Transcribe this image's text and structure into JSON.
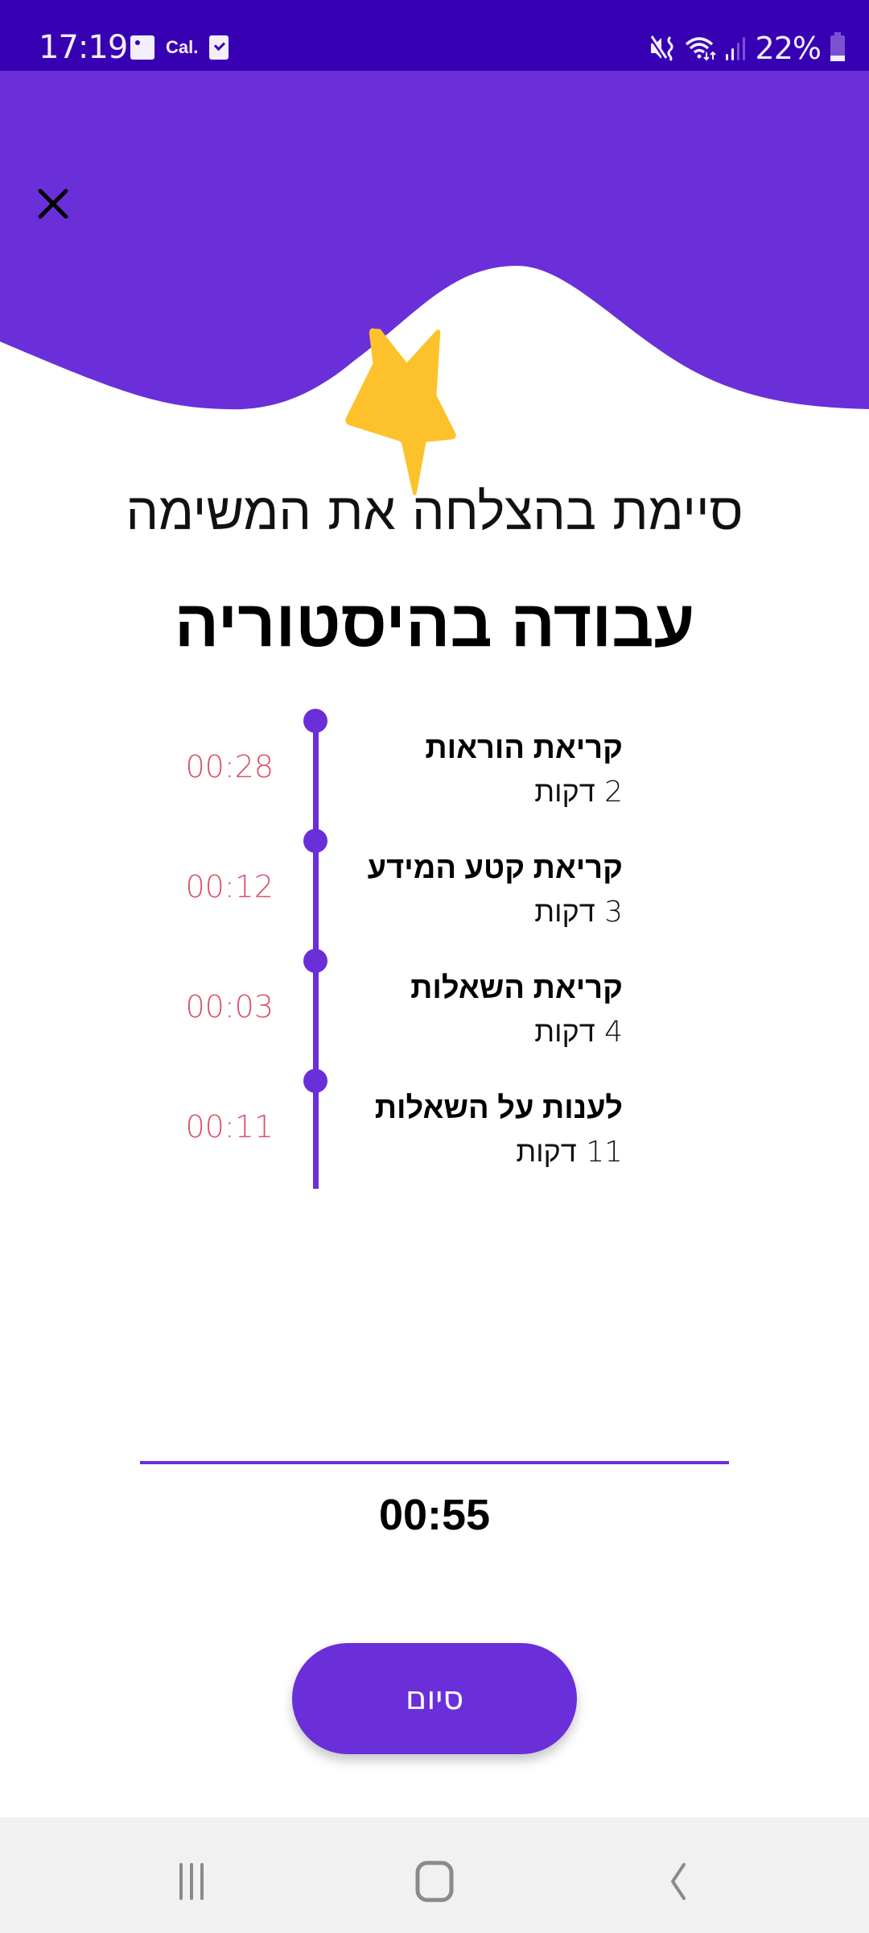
{
  "status_bar": {
    "time": "17:19",
    "left_icons": [
      "gallery-icon",
      "calendar-label-icon",
      "checkbox-notification-icon"
    ],
    "calendar_label": "Cal.",
    "right_icons": [
      "mute-vibrate-icon",
      "wifi-icon",
      "signal-icon",
      "battery-icon"
    ],
    "battery_percent": "22%"
  },
  "header": {
    "close_icon": "close-icon",
    "star_icon": "star-icon",
    "colors": {
      "header_bg": "#6a2fd9",
      "status_bg": "#3700b3",
      "star": "#fdc22b"
    }
  },
  "main": {
    "subtitle": "סיימת בהצלחה את המשימה",
    "assignment_title": "עבודה בהיסטוריה",
    "steps": [
      {
        "name": "קריאת הוראות",
        "duration": "2 דקות",
        "time_spent": "00:28"
      },
      {
        "name": "קריאת קטע המידע",
        "duration": "3 דקות",
        "time_spent": "00:12"
      },
      {
        "name": "קריאת השאלות",
        "duration": "4 דקות",
        "time_spent": "00:03"
      },
      {
        "name": "לענות על השאלות",
        "duration": "11 דקות",
        "time_spent": "00:11"
      }
    ],
    "total_time": "00:55",
    "finish_button_label": "סיום",
    "colors": {
      "accent": "#6a2fd9",
      "time_spent": "#d9546b"
    }
  },
  "nav_bar": {
    "buttons": [
      "recent-apps-icon",
      "home-icon",
      "back-icon"
    ]
  }
}
